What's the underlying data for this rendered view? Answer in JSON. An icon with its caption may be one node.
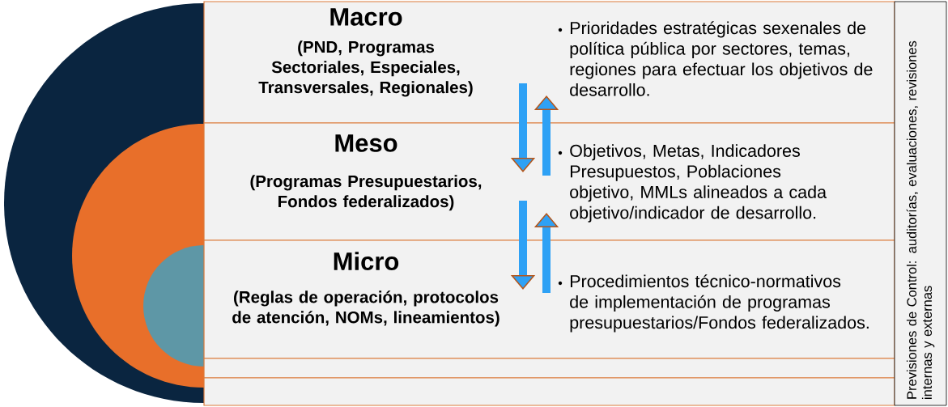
{
  "diagram": {
    "nodes": [
      {
        "text": [
          "Macro",
          "(PND, Programas Sectoriales, Especiales, Transversales, Regionales)",
          "Prioridades estratégicas sexenales de política pública por sectores, temas, regiones para efectuar los objetivos de desarrollo."
        ]
      },
      {
        "text": [
          "Meso",
          "(Programas Presupuestarios, Fondos federalizados)",
          "Objetivos, Metas, Indicadores Presupuestos, Poblaciones objetivo, MMLs alineados a cada objetivo/indicador de desarrollo."
        ]
      },
      {
        "text": [
          "Micro",
          "(Reglas de operación, protocolos de atención, NOMs, lineamientos)",
          "Procedimientos técnico-normativos de implementación de programas presupuestarios/Fondos federalizados."
        ]
      },
      {
        "text": [],
        "shape": "bar"
      },
      {
        "text": [],
        "shape": "bar"
      },
      {
        "text": [
          "Previsiones de Control: auditorías, evaluaciones, revisiones internas y externas"
        ]
      }
    ],
    "edges": [
      {
        "from": 0,
        "to": 1,
        "arrow": "to"
      },
      {
        "from": 1,
        "to": 0,
        "arrow": "to"
      },
      {
        "from": 1,
        "to": 2,
        "arrow": "to"
      },
      {
        "from": 2,
        "to": 1,
        "arrow": "to"
      }
    ]
  }
}
